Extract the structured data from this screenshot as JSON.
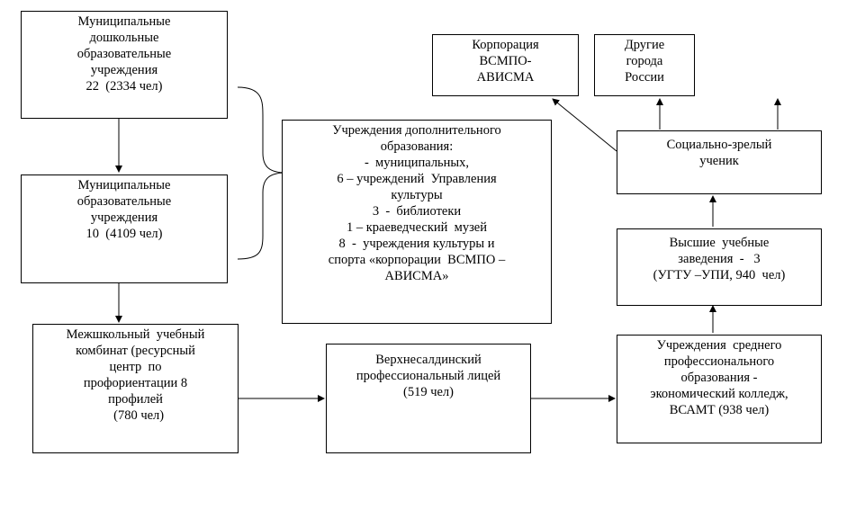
{
  "diagram": {
    "boxes": {
      "preschool": {
        "lines": [
          "Муниципальные",
          "дошкольные",
          "образовательные",
          "учреждения",
          "22  (2334 чел)"
        ]
      },
      "schools": {
        "lines": [
          "Муниципальные",
          "образовательные",
          "учреждения",
          "10  (4109 чел)"
        ]
      },
      "interschool": {
        "lines": [
          "Межшкольный  учебный",
          "комбинат (ресурсный",
          "центр  по",
          "профориентации 8",
          "профилей",
          "  (780 чел)"
        ]
      },
      "additional": {
        "lines": [
          "Учреждения дополнительного",
          "образования:",
          "-  муниципальных,",
          "6 – учреждений  Управления",
          "культуры",
          "3  -  библиотеки",
          "1 – краеведческий  музей",
          "8  -  учреждения культуры и",
          "спорта «корпорации  ВСМПО –",
          "АВИСМА»"
        ]
      },
      "lyceum": {
        "lines": [
          "Верхнесалдинский",
          "профессиональный лицей",
          "(519 чел)"
        ]
      },
      "college": {
        "lines": [
          "Учреждения  среднего",
          "профессионального",
          "образования -",
          "экономический колледж,",
          "ВСАМТ (938 чел)"
        ]
      },
      "higher": {
        "lines": [
          "Высшие  учебные",
          "заведения  -   3",
          "(УГТУ –УПИ, 940  чел)"
        ]
      },
      "mature": {
        "lines": [
          "Социально-зрелый",
          "ученик"
        ]
      },
      "corporation": {
        "lines": [
          "Корпорация",
          "ВСМПО-",
          "АВИСМА"
        ]
      },
      "cities": {
        "lines": [
          "Другие",
          "города",
          "России"
        ]
      }
    }
  }
}
